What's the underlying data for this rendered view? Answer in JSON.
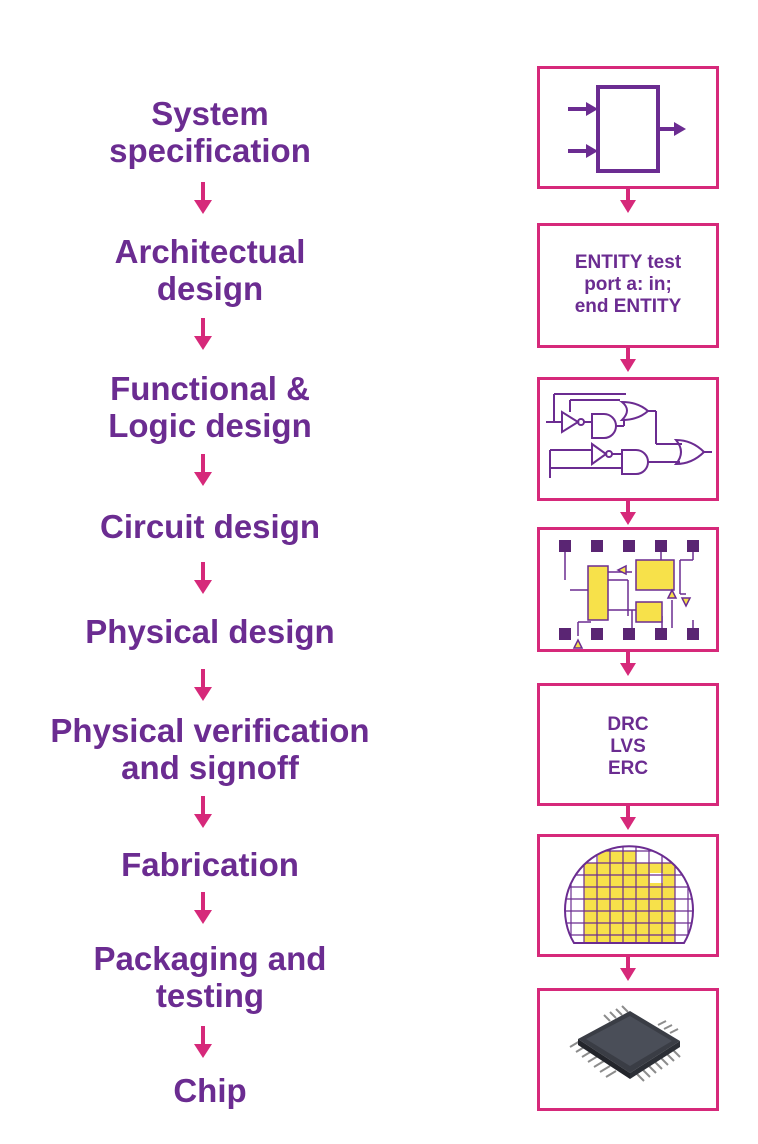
{
  "steps": [
    {
      "line1": "System",
      "line2": "specification"
    },
    {
      "line1": "Architectual",
      "line2": "design"
    },
    {
      "line1": "Functional &",
      "line2": "Logic design"
    },
    {
      "line1": "Circuit design",
      "line2": ""
    },
    {
      "line1": "Physical design",
      "line2": ""
    },
    {
      "line1": "Physical verification",
      "line2": "and signoff"
    },
    {
      "line1": "Fabrication",
      "line2": ""
    },
    {
      "line1": "Packaging and",
      "line2": "testing"
    },
    {
      "line1": "Chip",
      "line2": ""
    }
  ],
  "boxes": {
    "hdl": {
      "line1": "ENTITY test",
      "line2": "port a: in;",
      "line3": "end ENTITY"
    },
    "verify": {
      "line1": "DRC",
      "line2": "LVS",
      "line3": "ERC"
    }
  },
  "colors": {
    "text": "#6b2c91",
    "accent": "#d6297a",
    "fill": "#f7e14a"
  },
  "icons": [
    "block-symbol-icon",
    "logic-gates-icon",
    "layout-icon",
    "wafer-icon",
    "chip-icon"
  ]
}
